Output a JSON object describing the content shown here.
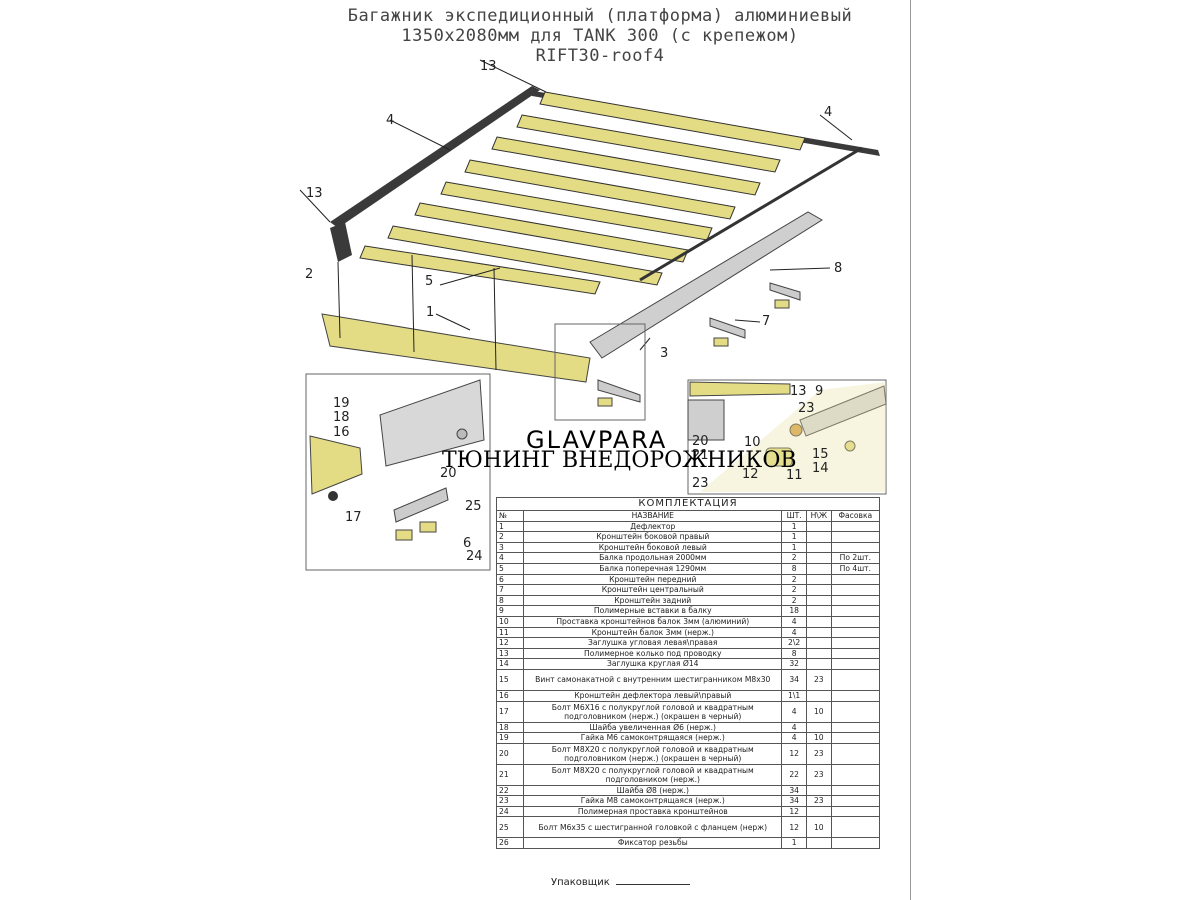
{
  "title": {
    "line1": "Багажник экспедиционный (платформа) алюминиевый",
    "line2": "1350x2080мм для TANK 300 (с крепежом)",
    "line3": "RIFT30-roof4"
  },
  "watermark": {
    "brand": "GLAVPARA",
    "tagline": "ТЮНИНГ ВНЕДОРОЖНИКОВ"
  },
  "callouts": [
    "13",
    "4",
    "4",
    "13",
    "2",
    "5",
    "1",
    "3",
    "8",
    "7",
    "19",
    "18",
    "16",
    "20",
    "17",
    "25",
    "6",
    "24",
    "13",
    "9",
    "23",
    "20",
    "10",
    "21",
    "12",
    "11",
    "15",
    "14",
    "23"
  ],
  "table": {
    "caption": "КОМПЛЕКТАЦИЯ",
    "headers": [
      "№",
      "НАЗВАНИЕ",
      "ШТ.",
      "Н\\Ж",
      "Фасовка"
    ],
    "rows": [
      {
        "n": "1",
        "name": "Дефлектор",
        "qty": "1",
        "nz": "",
        "pack": ""
      },
      {
        "n": "2",
        "name": "Кронштейн боковой правый",
        "qty": "1",
        "nz": "",
        "pack": ""
      },
      {
        "n": "3",
        "name": "Кронштейн боковой левый",
        "qty": "1",
        "nz": "",
        "pack": ""
      },
      {
        "n": "4",
        "name": "Балка продольная 2000мм",
        "qty": "2",
        "nz": "",
        "pack": "По 2шт."
      },
      {
        "n": "5",
        "name": "Балка поперечная 1290мм",
        "qty": "8",
        "nz": "",
        "pack": "По 4шт."
      },
      {
        "n": "6",
        "name": "Кронштейн передний",
        "qty": "2",
        "nz": "",
        "pack": ""
      },
      {
        "n": "7",
        "name": "Кронштейн центральный",
        "qty": "2",
        "nz": "",
        "pack": ""
      },
      {
        "n": "8",
        "name": "Кронштейн задний",
        "qty": "2",
        "nz": "",
        "pack": ""
      },
      {
        "n": "9",
        "name": "Полимерные вставки в балку",
        "qty": "18",
        "nz": "",
        "pack": ""
      },
      {
        "n": "10",
        "name": "Проставка кронштейнов балок 3мм (алюминий)",
        "qty": "4",
        "nz": "",
        "pack": ""
      },
      {
        "n": "11",
        "name": "Кронштейн балок 3мм (нерж.)",
        "qty": "4",
        "nz": "",
        "pack": ""
      },
      {
        "n": "12",
        "name": "Заглушка угловая левая\\правая",
        "qty": "2\\2",
        "nz": "",
        "pack": ""
      },
      {
        "n": "13",
        "name": "Полимерное колько под проводку",
        "qty": "8",
        "nz": "",
        "pack": ""
      },
      {
        "n": "14",
        "name": "Заглушка круглая Ø14",
        "qty": "32",
        "nz": "",
        "pack": ""
      },
      {
        "n": "15",
        "name": "Винт самонакатной с внутренним шестигранником М8х30",
        "qty": "34",
        "nz": "23",
        "pack": ""
      },
      {
        "n": "16",
        "name": "Кронштейн дефлектора левый\\правый",
        "qty": "1\\1",
        "nz": "",
        "pack": ""
      },
      {
        "n": "17",
        "name": "Болт М6Х16 с полукруглой головой и квадратным подголовником (нерж.) (окрашен в черный)",
        "qty": "4",
        "nz": "10",
        "pack": ""
      },
      {
        "n": "18",
        "name": "Шайба увеличенная Ø6 (нерж.)",
        "qty": "4",
        "nz": "",
        "pack": ""
      },
      {
        "n": "19",
        "name": "Гайка М6 самоконтрящаяся (нерж.)",
        "qty": "4",
        "nz": "10",
        "pack": ""
      },
      {
        "n": "20",
        "name": "Болт М8Х20 с полукруглой головой и квадратным подголовником (нерж.) (окрашен в черный)",
        "qty": "12",
        "nz": "23",
        "pack": ""
      },
      {
        "n": "21",
        "name": "Болт М8Х20 с полукруглой головой и квадратным подголовником (нерж.)",
        "qty": "22",
        "nz": "23",
        "pack": ""
      },
      {
        "n": "22",
        "name": "Шайба Ø8 (нерж.)",
        "qty": "34",
        "nz": "",
        "pack": ""
      },
      {
        "n": "23",
        "name": "Гайка М8 самоконтрящаяся (нерж.)",
        "qty": "34",
        "nz": "23",
        "pack": ""
      },
      {
        "n": "24",
        "name": "Полимерная проставка кронштейнов",
        "qty": "12",
        "nz": "",
        "pack": ""
      },
      {
        "n": "25",
        "name": "Болт М6х35 с шестигранной головкой с фланцем (нерж)",
        "qty": "12",
        "nz": "10",
        "pack": ""
      },
      {
        "n": "26",
        "name": "Фиксатор резьбы",
        "qty": "1",
        "nz": "",
        "pack": ""
      }
    ]
  },
  "packer": {
    "label": "Упаковщик"
  },
  "colors": {
    "beam": "#e4dc84",
    "frame": "#333333",
    "accent": "#7a4fa0"
  }
}
